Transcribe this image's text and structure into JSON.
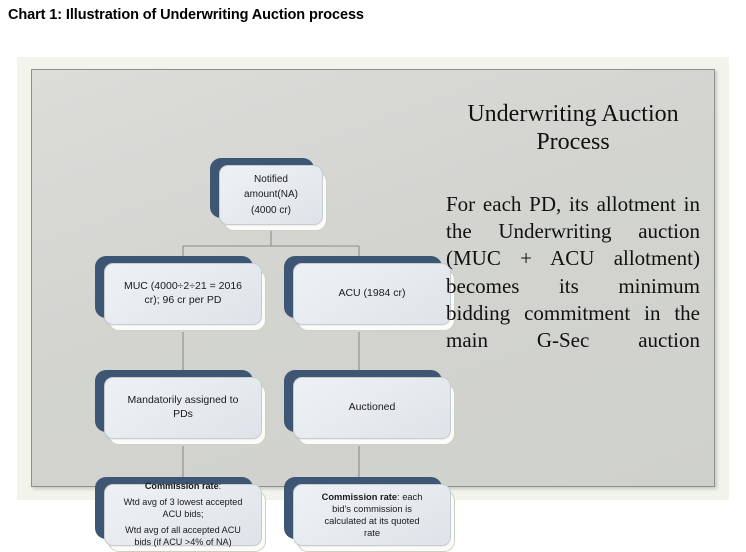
{
  "caption": "Chart 1: Illustration of Underwriting Auction process",
  "figure": {
    "heading": "Underwriting Auction Process",
    "paragraph": "For each PD, its allotment in the Underwriting auction (MUC + ACU allotment) becomes its minimum bidding commitment in the main G-Sec auction",
    "colors": {
      "navy": "#3d5673",
      "card_fill": "#e6eaee",
      "panel_bg": "#d3d4d0",
      "frame_bg": "#f2f4ec",
      "connector": "#8c8f80"
    }
  },
  "flow": {
    "notified": {
      "line1": "Notified",
      "line2": "amount(NA)",
      "line3": "(4000 cr)"
    },
    "muc": {
      "line1": "MUC (4000÷2÷21 = 2016",
      "line2": "cr); 96 cr per PD"
    },
    "acu": {
      "line1": "ACU (1984 cr)"
    },
    "mandatory": {
      "line1": "Mandatorily assigned to",
      "line2": "PDs"
    },
    "auctioned": {
      "line1": "Auctioned"
    },
    "commission_left": {
      "head": "Commission rate",
      "head_colon": ":",
      "line1": "Wtd avg of 3 lowest accepted",
      "line2": "ACU bids;",
      "line3": "Wtd avg of all accepted ACU",
      "line4": "bids (if ACU >4% of NA)"
    },
    "commission_right": {
      "head": "Commission rate",
      "head_rest": ": each",
      "line1": "bid's commission is",
      "line2": "calculated at its quoted",
      "line3": "rate"
    }
  }
}
